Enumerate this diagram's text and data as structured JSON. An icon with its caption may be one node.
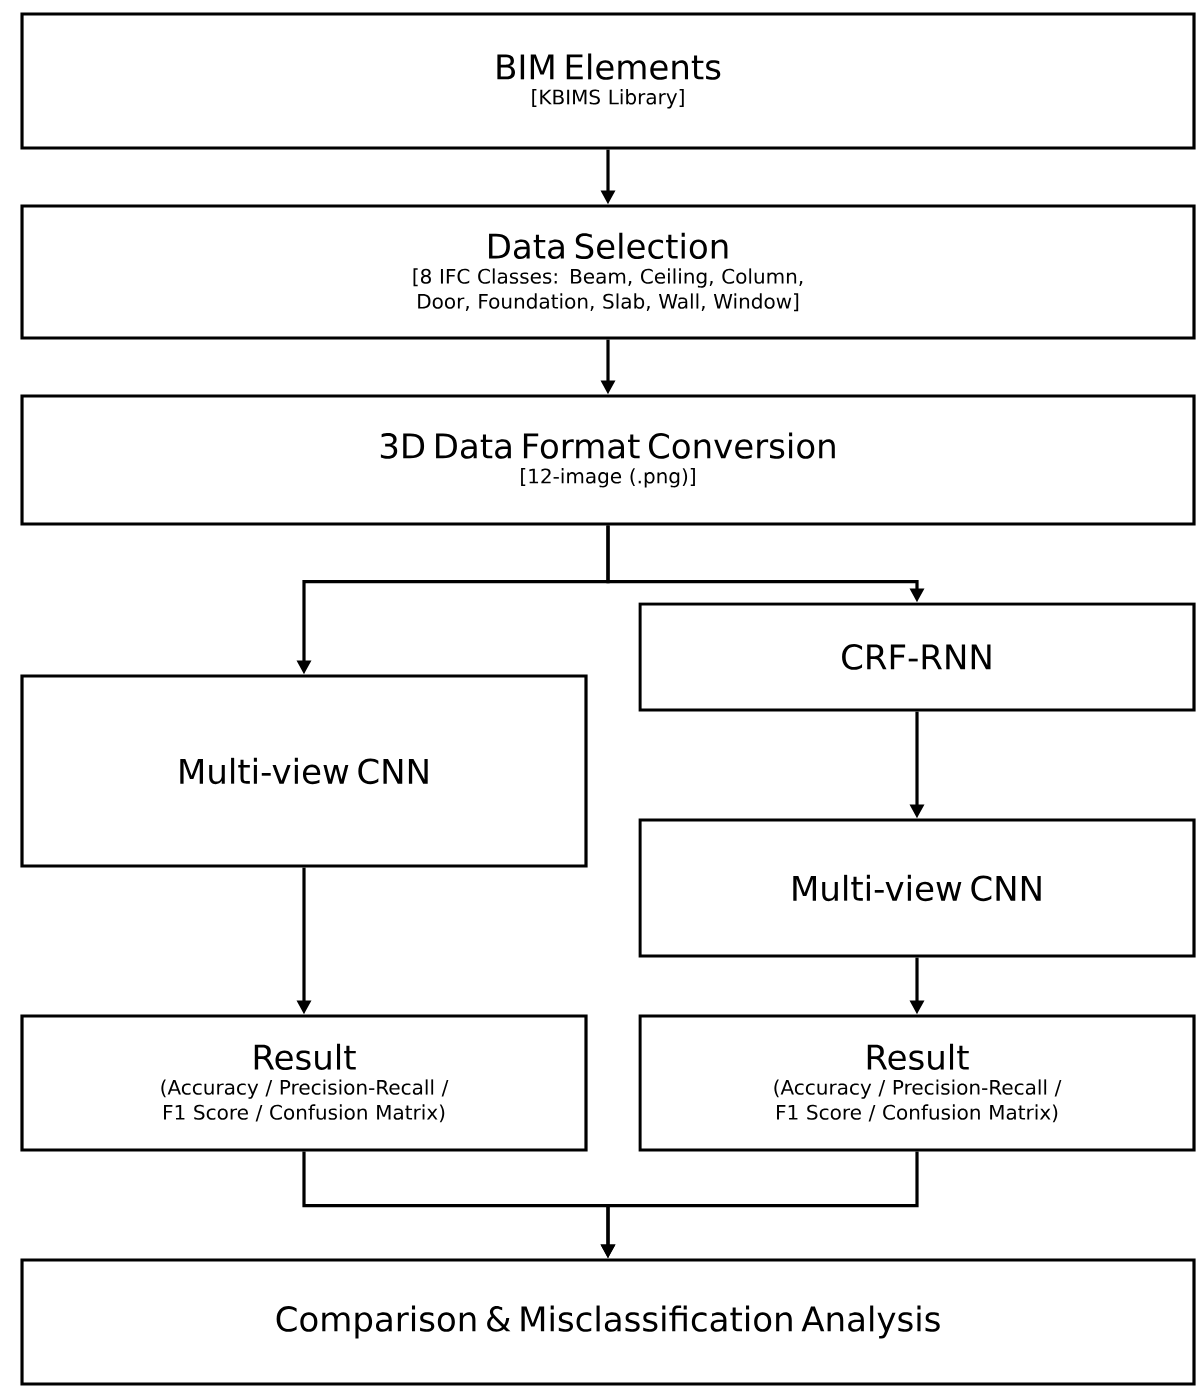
{
  "diagram": {
    "nodes": [
      {
        "text": [
          "BIM Elements",
          "[KBIMS Library]"
        ]
      },
      {
        "text": [
          "Data Selection",
          "[8 IFC Classes: Beam, Ceiling, Column, Door, Foundation, Slab, Wall, Window]"
        ]
      },
      {
        "text": [
          "3D Data Format Conversion",
          "[12-image (.png)]"
        ]
      },
      {
        "text": [
          "Multi-view CNN"
        ]
      },
      {
        "text": [
          "CRF-RNN"
        ]
      },
      {
        "text": [
          "Multi-view CNN"
        ]
      },
      {
        "text": [
          "Result",
          "(Accuracy / Precision-Recall / F1 Score / Confusion Matrix)"
        ]
      },
      {
        "text": [
          "Result",
          "(Accuracy / Precision-Recall / F1 Score / Confusion Matrix)"
        ]
      },
      {
        "text": [
          "Comparison & Misclassification Analysis"
        ]
      }
    ],
    "edges": [
      {
        "from": 0,
        "to": 1,
        "arrow": "to"
      },
      {
        "from": 1,
        "to": 2,
        "arrow": "to"
      },
      {
        "from": 2,
        "to": 3,
        "arrow": "to"
      },
      {
        "from": 2,
        "to": 4,
        "arrow": "to"
      },
      {
        "from": 4,
        "to": 5,
        "arrow": "to"
      },
      {
        "from": 3,
        "to": 6,
        "arrow": "to"
      },
      {
        "from": 5,
        "to": 7,
        "arrow": "to"
      },
      {
        "from": 6,
        "to": 8,
        "arrow": "to"
      },
      {
        "from": 7,
        "to": 8,
        "arrow": "to"
      }
    ]
  }
}
